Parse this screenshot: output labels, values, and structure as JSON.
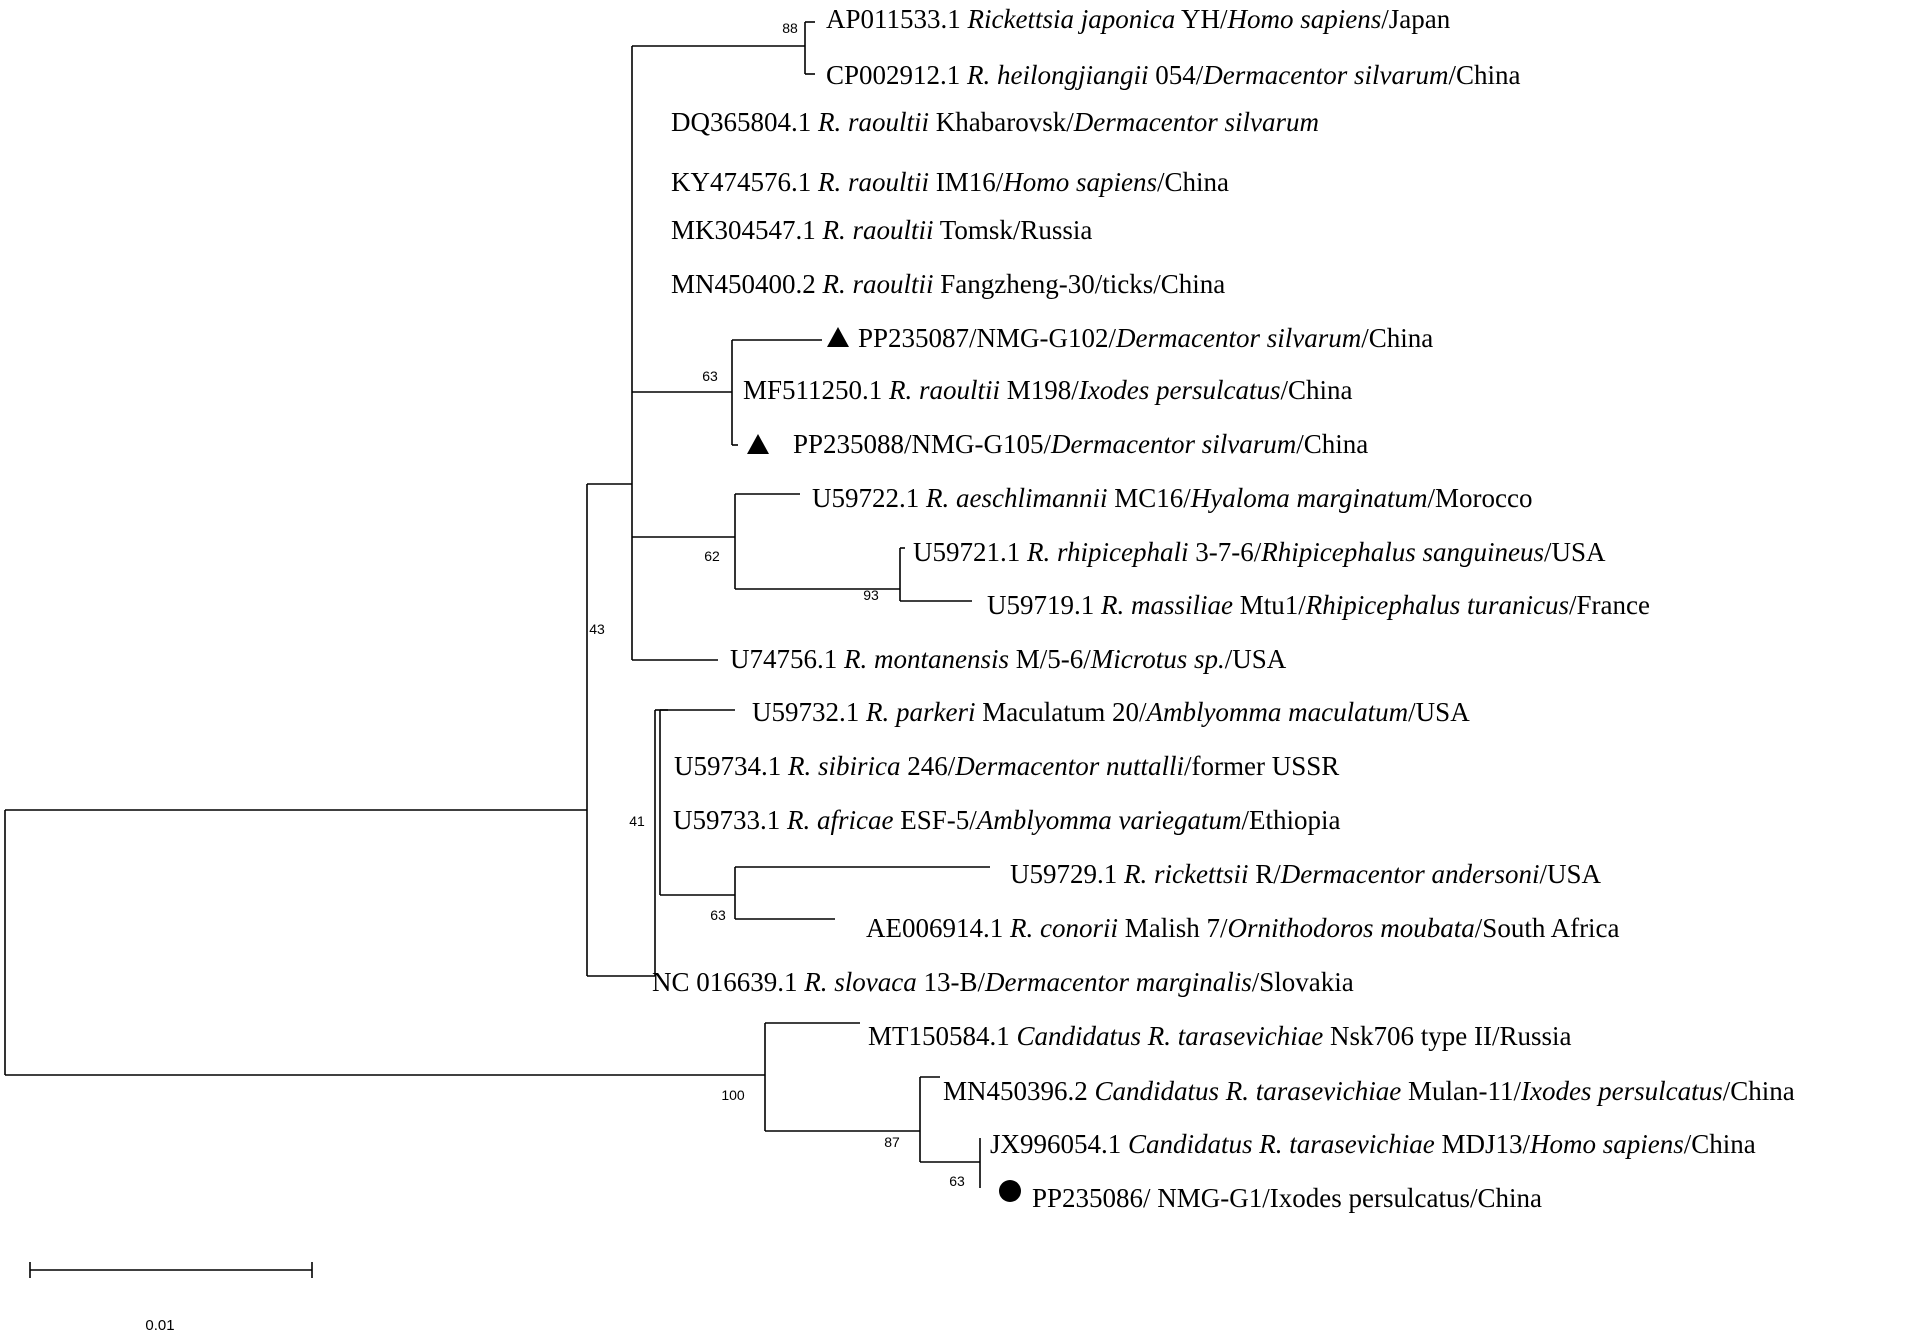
{
  "tree": {
    "scale_bar_label": "0.01",
    "leaves": [
      {
        "parts": [
          {
            "t": "AP011533.1 "
          },
          {
            "t": "Rickettsia japonica",
            "i": true
          },
          {
            "t": " YH/"
          },
          {
            "t": "Homo sapiens",
            "i": true
          },
          {
            "t": "/Japan"
          }
        ]
      },
      {
        "parts": [
          {
            "t": "CP002912.1 "
          },
          {
            "t": "R. heilongjiangii",
            "i": true
          },
          {
            "t": " 054/"
          },
          {
            "t": "Dermacentor silvarum",
            "i": true
          },
          {
            "t": "/China"
          }
        ]
      },
      {
        "parts": [
          {
            "t": "DQ365804.1 "
          },
          {
            "t": "R. raoultii",
            "i": true
          },
          {
            "t": " Khabarovsk/"
          },
          {
            "t": "Dermacentor silvarum",
            "i": true
          }
        ]
      },
      {
        "parts": [
          {
            "t": "KY474576.1 "
          },
          {
            "t": "R. raoultii",
            "i": true
          },
          {
            "t": " IM16/"
          },
          {
            "t": "Homo sapiens",
            "i": true
          },
          {
            "t": "/China"
          }
        ]
      },
      {
        "parts": [
          {
            "t": "MK304547.1 "
          },
          {
            "t": "R. raoultii",
            "i": true
          },
          {
            "t": " Tomsk/Russia"
          }
        ]
      },
      {
        "parts": [
          {
            "t": "MN450400.2 "
          },
          {
            "t": "R. raoultii",
            "i": true
          },
          {
            "t": " Fangzheng-30/ticks/China"
          }
        ]
      },
      {
        "marker": "triangle",
        "parts": [
          {
            "t": "PP235087/NMG-G102/"
          },
          {
            "t": "Dermacentor silvarum",
            "i": true
          },
          {
            "t": "/China"
          }
        ]
      },
      {
        "parts": [
          {
            "t": "MF511250.1 "
          },
          {
            "t": "R. raoultii",
            "i": true
          },
          {
            "t": " M198/"
          },
          {
            "t": "Ixodes persulcatus",
            "i": true
          },
          {
            "t": "/China"
          }
        ]
      },
      {
        "marker": "triangle",
        "parts": [
          {
            "t": "PP235088/NMG-G105/"
          },
          {
            "t": "Dermacentor silvarum",
            "i": true
          },
          {
            "t": "/China"
          }
        ]
      },
      {
        "parts": [
          {
            "t": "U59722.1 "
          },
          {
            "t": "R. aeschlimannii",
            "i": true
          },
          {
            "t": " MC16/"
          },
          {
            "t": "Hyaloma marginatum",
            "i": true
          },
          {
            "t": "/Morocco"
          }
        ]
      },
      {
        "parts": [
          {
            "t": "U59721.1 "
          },
          {
            "t": "R. rhipicephali",
            "i": true
          },
          {
            "t": " 3-7-6/"
          },
          {
            "t": "Rhipicephalus sanguineus",
            "i": true
          },
          {
            "t": "/USA"
          }
        ]
      },
      {
        "parts": [
          {
            "t": "U59719.1 "
          },
          {
            "t": "R. massiliae",
            "i": true
          },
          {
            "t": " Mtu1/"
          },
          {
            "t": "Rhipicephalus turanicus",
            "i": true
          },
          {
            "t": "/France"
          }
        ]
      },
      {
        "parts": [
          {
            "t": "U74756.1 "
          },
          {
            "t": "R. montanensis",
            "i": true
          },
          {
            "t": " M/5-6/"
          },
          {
            "t": "Microtus sp.",
            "i": true
          },
          {
            "t": "/USA"
          }
        ]
      },
      {
        "parts": [
          {
            "t": "U59732.1 "
          },
          {
            "t": "R. parkeri",
            "i": true
          },
          {
            "t": " Maculatum 20/"
          },
          {
            "t": "Amblyomma maculatum",
            "i": true
          },
          {
            "t": "/USA"
          }
        ]
      },
      {
        "parts": [
          {
            "t": "U59734.1 "
          },
          {
            "t": "R. sibirica",
            "i": true
          },
          {
            "t": " 246/"
          },
          {
            "t": "Dermacentor nuttalli",
            "i": true
          },
          {
            "t": "/former USSR"
          }
        ]
      },
      {
        "parts": [
          {
            "t": "U59733.1 "
          },
          {
            "t": "R. africae",
            "i": true
          },
          {
            "t": " ESF-5/"
          },
          {
            "t": "Amblyomma variegatum",
            "i": true
          },
          {
            "t": "/Ethiopia"
          }
        ]
      },
      {
        "parts": [
          {
            "t": "U59729.1 "
          },
          {
            "t": "R. rickettsii",
            "i": true
          },
          {
            "t": " R/"
          },
          {
            "t": "Dermacentor andersoni",
            "i": true
          },
          {
            "t": "/USA"
          }
        ]
      },
      {
        "parts": [
          {
            "t": "AE006914.1 "
          },
          {
            "t": "R. conorii",
            "i": true
          },
          {
            "t": " Malish 7/"
          },
          {
            "t": "Ornithodoros moubata",
            "i": true
          },
          {
            "t": "/South Africa"
          }
        ]
      },
      {
        "parts": [
          {
            "t": "NC 016639.1 "
          },
          {
            "t": "R. slovaca",
            "i": true
          },
          {
            "t": " 13-B/"
          },
          {
            "t": "Dermacentor marginalis",
            "i": true
          },
          {
            "t": "/Slovakia"
          }
        ]
      },
      {
        "parts": [
          {
            "t": "MT150584.1 "
          },
          {
            "t": "Candidatus R. tarasevichiae",
            "i": true
          },
          {
            "t": " Nsk706 type II/Russia"
          }
        ]
      },
      {
        "parts": [
          {
            "t": "MN450396.2 "
          },
          {
            "t": "Candidatus R. tarasevichiae",
            "i": true
          },
          {
            "t": " Mulan-11/"
          },
          {
            "t": "Ixodes persulcatus",
            "i": true
          },
          {
            "t": "/China"
          }
        ]
      },
      {
        "parts": [
          {
            "t": "JX996054.1 "
          },
          {
            "t": "Candidatus R. tarasevichiae",
            "i": true
          },
          {
            "t": " MDJ13/"
          },
          {
            "t": "Homo sapiens",
            "i": true
          },
          {
            "t": "/China"
          }
        ]
      },
      {
        "marker": "circle",
        "parts": [
          {
            "t": "PP235086/ NMG-G1/Ixodes persulcatus/China"
          }
        ]
      }
    ],
    "bootstrap": [
      "88",
      "63",
      "62",
      "93",
      "43",
      "41",
      "63",
      "100",
      "87",
      "63"
    ]
  }
}
